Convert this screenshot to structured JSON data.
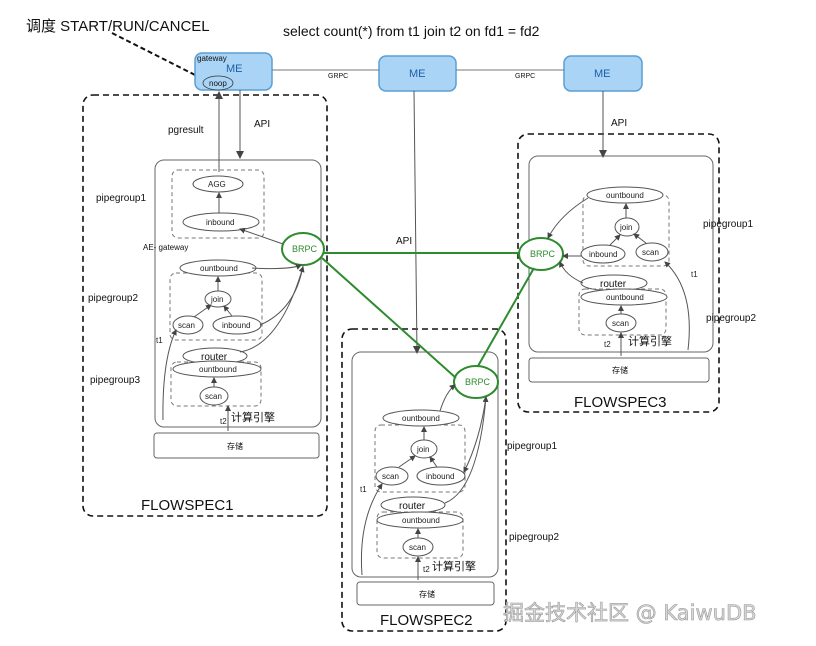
{
  "header": {
    "schedule_label": "调度 START/RUN/CANCEL",
    "query": "select count(*) from t1  join t2 on  fd1 = fd2"
  },
  "me_nodes": {
    "gateway_caption": "gateway",
    "me1": "ME",
    "noop": "noop",
    "me2": "ME",
    "me3": "ME",
    "grpc1": "GRPC",
    "grpc2": "GRPC"
  },
  "labels": {
    "pgresult": "pgresult",
    "api1": "API",
    "api_mid": "API",
    "api3": "API",
    "ae_gateway": "AE- gateway"
  },
  "flowspec1": {
    "title": "FLOWSPEC1",
    "pipegroup1": "pipegroup1",
    "pipegroup2": "pipegroup2",
    "pipegroup3": "pipegroup3",
    "agg": "AGG",
    "inbound_top": "inbound",
    "brpc": "BRPC",
    "ountbound": "ountbound",
    "join": "join",
    "scan": "scan",
    "inbound_mid": "inbound",
    "t1": "t1",
    "router": "router",
    "ountbound2": "ountbound",
    "scan2": "scan",
    "t2": "t2",
    "engine": "计算引擎",
    "storage": "存储"
  },
  "flowspec2": {
    "title": "FLOWSPEC2",
    "pipegroup1": "pipegroup1",
    "pipegroup2": "pipegroup2",
    "brpc": "BRPC",
    "ountbound": "ountbound",
    "join": "join",
    "scan": "scan",
    "inbound": "inbound",
    "t1": "t1",
    "router": "router",
    "ountbound2": "ountbound",
    "scan2": "scan",
    "t2": "t2",
    "engine": "计算引擎",
    "storage": "存储"
  },
  "flowspec3": {
    "title": "FLOWSPEC3",
    "pipegroup1": "pipegroup1",
    "pipegroup2": "pipegroup2",
    "brpc": "BRPC",
    "ountbound": "ountbound",
    "join": "join",
    "inbound": "inbound",
    "scan": "scan",
    "t1": "t1",
    "router": "router",
    "ountbound2": "ountbound",
    "scan2": "scan",
    "t2": "t2",
    "engine": "计算引擎",
    "storage": "存储"
  },
  "watermark": "掘金技术社区 @ KaiwuDB",
  "colors": {
    "me_fill": "#a9d4f5",
    "me_stroke": "#5a9fd4",
    "brpc_green": "#2e8b2e",
    "line_gray": "#555555"
  }
}
